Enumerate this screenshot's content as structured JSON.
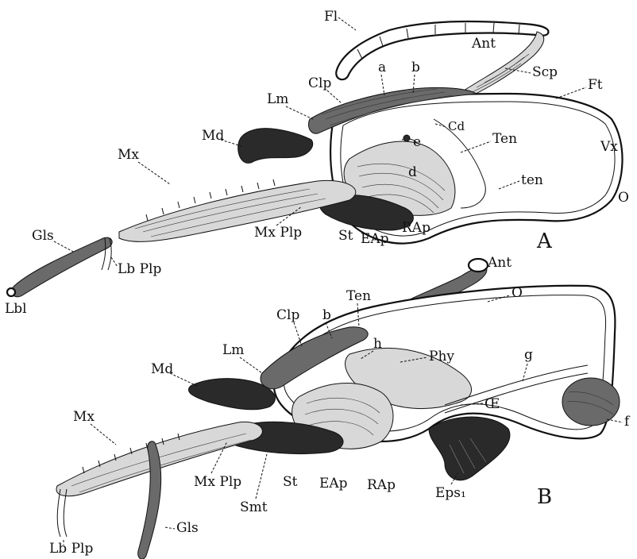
{
  "figure": {
    "panel_a": {
      "letter": "A",
      "labels": {
        "Fl": "Fl",
        "Ant": "Ant",
        "Scp": "Scp",
        "Ft": "Ft",
        "Clp": "Clp",
        "a": "a",
        "b": "b",
        "Lm": "Lm",
        "Cd": "Cd",
        "Md": "Md",
        "Ten": "Ten",
        "e": "e",
        "Vx": "Vx",
        "Mx": "Mx",
        "d": "d",
        "ten": "ten",
        "O": "O",
        "Gls": "Gls",
        "MxPlp": "Mx Plp",
        "St": "St",
        "EAp": "EAp",
        "RAp": "RAp",
        "LbPlp": "Lb Plp",
        "Lbl": "Lbl"
      }
    },
    "panel_b": {
      "letter": "B",
      "labels": {
        "Ant": "Ant",
        "O": "O",
        "Ten": "Ten",
        "Clp": "Clp",
        "b": "b",
        "Lm": "Lm",
        "h": "h",
        "Phy": "Phy",
        "Md": "Md",
        "g": "g",
        "OE": "Œ",
        "f": "f",
        "Mx": "Mx",
        "MxPlp": "Mx Plp",
        "St": "St",
        "EAp": "EAp",
        "RAp": "RAp",
        "Eps1": "Eps₁",
        "Smt": "Smt",
        "Gls": "Gls",
        "LbPlp": "Lb Plp"
      }
    }
  }
}
